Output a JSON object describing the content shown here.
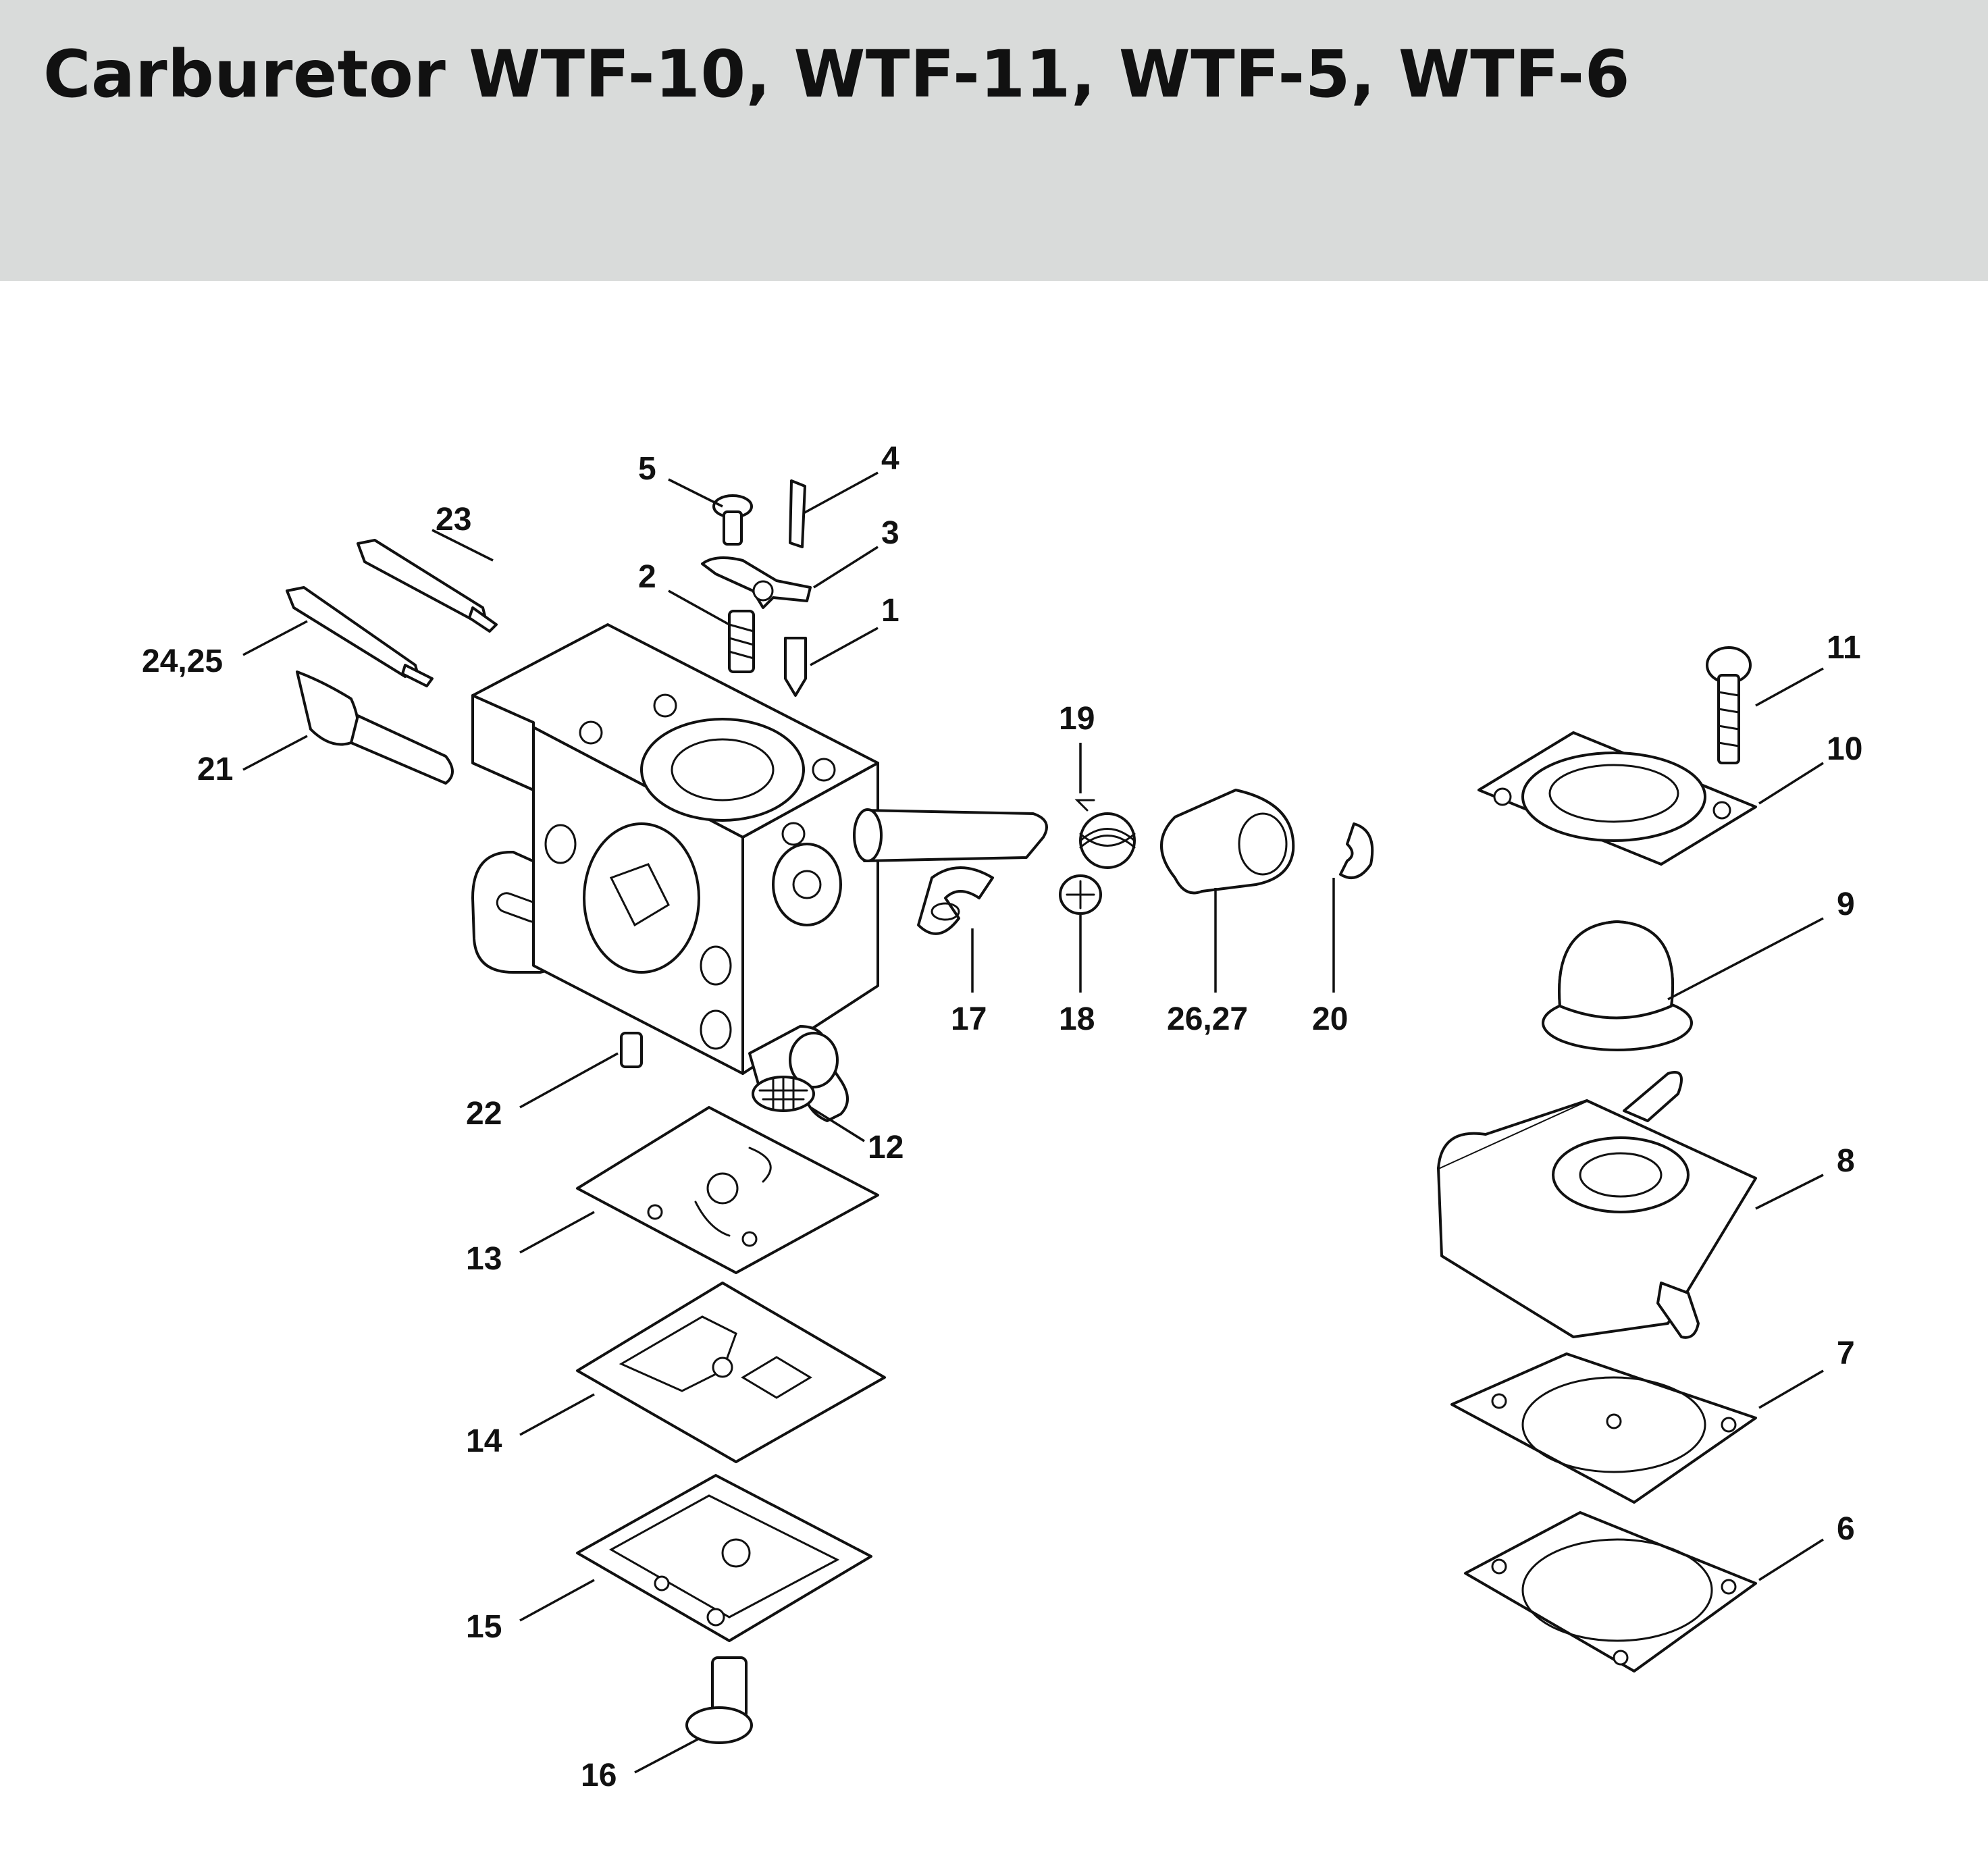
{
  "title": "Carburetor WTF-10, WTF-11, WTF-5, WTF-6",
  "colors": {
    "header_bg": "#d9dbda",
    "ink": "#111111",
    "background": "#ffffff"
  },
  "callouts": {
    "c1": "1",
    "c2": "2",
    "c3": "3",
    "c4": "4",
    "c5": "5",
    "c6": "6",
    "c7": "7",
    "c8": "8",
    "c9": "9",
    "c10": "10",
    "c11": "11",
    "c12": "12",
    "c13": "13",
    "c14": "14",
    "c15": "15",
    "c16": "16",
    "c17": "17",
    "c18": "18",
    "c19": "19",
    "c20": "20",
    "c21": "21",
    "c22": "22",
    "c23": "23",
    "c24_25": "24,25",
    "c26_27": "26,27"
  }
}
